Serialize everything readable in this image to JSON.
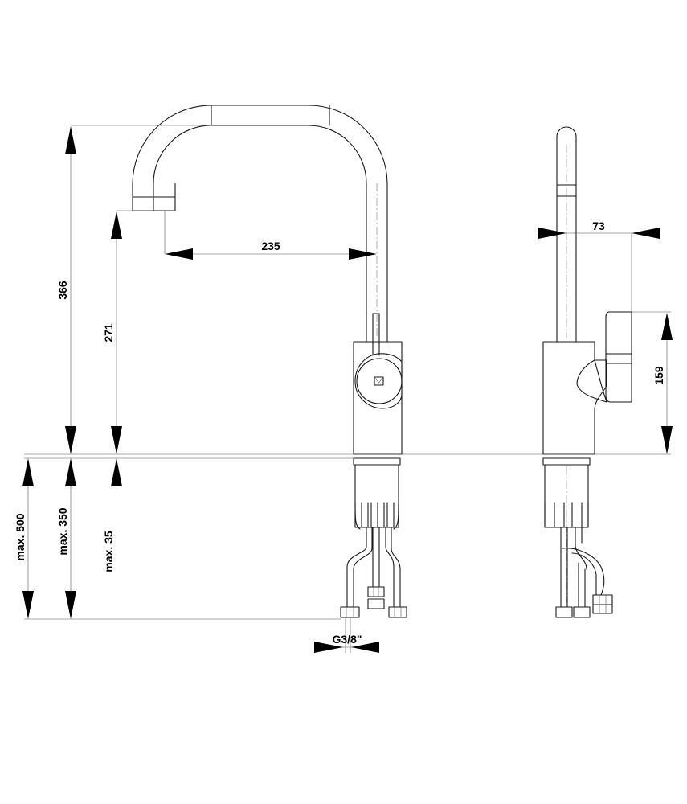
{
  "dimensions": {
    "height_total": "366",
    "spout_height": "271",
    "spout_reach": "235",
    "side_depth": "73",
    "handle_height": "159",
    "max_500": "max. 500",
    "max_350": "max. 350",
    "max_35": "max. 35",
    "thread": "G3/8\""
  },
  "colors": {
    "line": "#1a1a1a",
    "arrow": "#000000",
    "background": "#ffffff"
  }
}
